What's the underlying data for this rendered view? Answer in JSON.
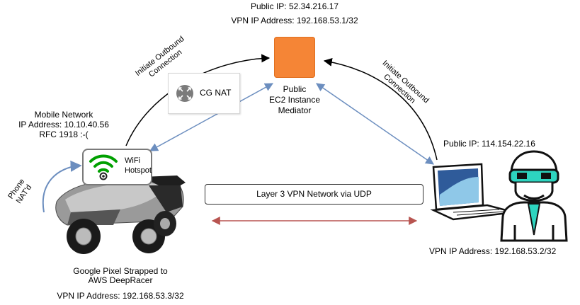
{
  "ec2": {
    "public_ip": "Public IP: 52.34.216.17",
    "vpn_ip": "VPN IP Address: 192.168.53.1/32",
    "label_line1": "Public",
    "label_line2": "EC2 Instance",
    "label_line3": "Mediator",
    "color": "#F58536"
  },
  "cg_nat": {
    "label": "CG NAT"
  },
  "mobile": {
    "line1": "Mobile Network",
    "line2": "IP Address: 10.10.40.56",
    "line3": "RFC 1918 :-("
  },
  "hotspot": {
    "line1": "WiFi",
    "line2": "Hotspot"
  },
  "phone_nat": {
    "line1": "Phone",
    "line2": "NAT'd"
  },
  "left_outbound": {
    "line1": "Initiate Outbound",
    "line2": "Connection"
  },
  "right_outbound": {
    "line1": "Initiate Outbound",
    "line2": "Connection"
  },
  "laptop": {
    "public_ip": "Public IP: 114.154.22.16",
    "vpn_ip": "VPN IP Address: 192.168.53.2/32"
  },
  "vpn_network": {
    "label": "Layer 3 VPN Network via UDP"
  },
  "car": {
    "line1": "Google Pixel Strapped to",
    "line2": "AWS DeepRacer",
    "vpn_ip": "VPN IP Address: 192.168.53.3/32"
  },
  "colors": {
    "link_blue": "#6c8ebf",
    "link_red": "#b85450",
    "accent_green": "#00a000",
    "user_teal": "#2dd4bf"
  },
  "icons": {
    "ec2": "orange-square-icon",
    "cg_nat": "nat-arrows-icon",
    "wifi": "wifi-icon",
    "car": "deepracer-car-icon",
    "laptop": "laptop-icon",
    "user": "engineer-user-icon"
  }
}
